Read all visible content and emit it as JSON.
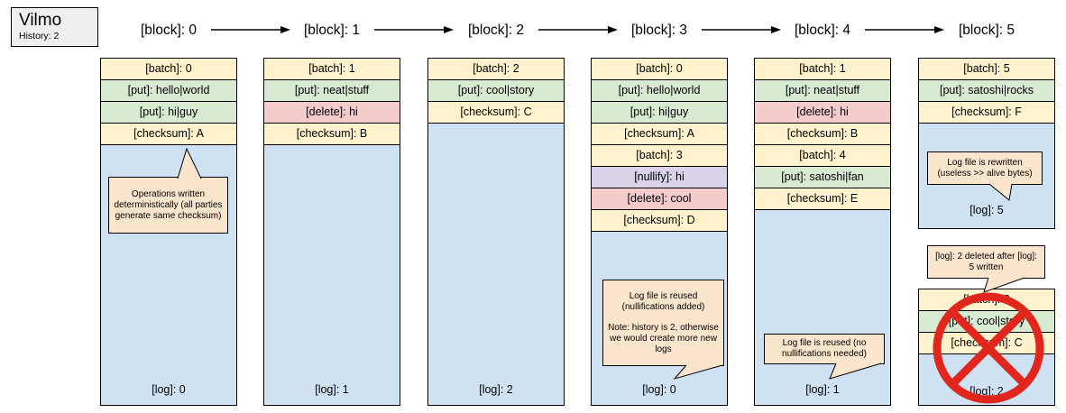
{
  "system": {
    "title": "Vilmo",
    "subtitle": "History: 2"
  },
  "colors": {
    "batch-bg": "#FFF2CC",
    "put-bg": "#D9EAD3",
    "delete-bg": "#F4CCCC",
    "nullify-bg": "#D9D2E9",
    "checksum-bg": "#FFF2CC",
    "log-bg": "#CFE2F3",
    "note-bg": "#FCE5CD",
    "card-bg": "#EFEFEF",
    "prohibited": "#E1261D"
  },
  "icons": {
    "flow": "right-arrow",
    "discard": "crossed-out-circle"
  },
  "blocks": [
    {
      "header": "[block]: 0",
      "rows": [
        {
          "type": "batch",
          "label": "[batch]: 0"
        },
        {
          "type": "put",
          "label": "[put]: hello|world"
        },
        {
          "type": "put",
          "label": "[put]: hi|guy"
        },
        {
          "type": "checksum",
          "label": "[checksum]: A"
        }
      ],
      "note": "Operations written deterministically (all parties generate same checksum)",
      "log_label": "[log]: 0"
    },
    {
      "header": "[block]: 1",
      "rows": [
        {
          "type": "batch",
          "label": "[batch]: 1"
        },
        {
          "type": "put",
          "label": "[put]: neat|stuff"
        },
        {
          "type": "delete",
          "label": "[delete]: hi"
        },
        {
          "type": "checksum",
          "label": "[checksum]: B"
        }
      ],
      "log_label": "[log]: 1"
    },
    {
      "header": "[block]: 2",
      "rows": [
        {
          "type": "batch",
          "label": "[batch]: 2"
        },
        {
          "type": "put",
          "label": "[put]: cool|story"
        },
        {
          "type": "checksum",
          "label": "[checksum]: C"
        }
      ],
      "log_label": "[log]: 2"
    },
    {
      "header": "[block]: 3",
      "rows": [
        {
          "type": "batch",
          "label": "[batch]: 0"
        },
        {
          "type": "put",
          "label": "[put]: hello|world"
        },
        {
          "type": "put",
          "label": "[put]: hi|guy"
        },
        {
          "type": "checksum",
          "label": "[checksum]: A"
        },
        {
          "type": "batch",
          "label": "[batch]: 3"
        },
        {
          "type": "nullify",
          "label": "[nullify]: hi"
        },
        {
          "type": "delete",
          "label": "[delete]: cool"
        },
        {
          "type": "checksum",
          "label": "[checksum]: D"
        }
      ],
      "notes": [
        "Log file is reused (nullifications added)",
        "Note: history is 2, otherwise we would create more new logs"
      ],
      "log_label": "[log]: 0"
    },
    {
      "header": "[block]: 4",
      "rows": [
        {
          "type": "batch",
          "label": "[batch]: 1"
        },
        {
          "type": "put",
          "label": "[put]: neat|stuff"
        },
        {
          "type": "delete",
          "label": "[delete]: hi"
        },
        {
          "type": "checksum",
          "label": "[checksum]: B"
        },
        {
          "type": "batch",
          "label": "[batch]: 4"
        },
        {
          "type": "put",
          "label": "[put]: satoshi|fan"
        },
        {
          "type": "checksum",
          "label": "[checksum]: E"
        }
      ],
      "note": "Log file is reused (no nullifications needed)",
      "log_label": "[log]: 1"
    },
    {
      "header": "[block]: 5",
      "rows": [
        {
          "type": "batch",
          "label": "[batch]: 5"
        },
        {
          "type": "put",
          "label": "[put]: satoshi|rocks"
        },
        {
          "type": "checksum",
          "label": "[checksum]: F"
        }
      ],
      "note": "Log file is rewritten (useless >> alive bytes)",
      "log_label": "[log]: 5",
      "discarded": {
        "note": "[log]: 2 deleted after [log]: 5 written",
        "rows": [
          {
            "type": "batch",
            "label": "[batch]: 2"
          },
          {
            "type": "put",
            "label": "[put]: cool|story"
          },
          {
            "type": "checksum",
            "label": "[checksum]: C"
          }
        ],
        "log_label": "[log]: 2"
      }
    }
  ]
}
